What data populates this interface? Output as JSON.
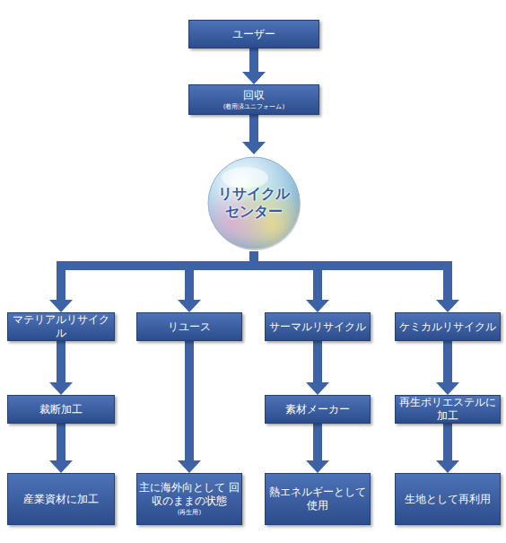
{
  "diagram": {
    "nodes": [
      {
        "text": [
          "ユーザー"
        ]
      },
      {
        "text": [
          "回収",
          "(着用済ユニフォーム)"
        ]
      },
      {
        "text": [
          "リサイクル センター"
        ]
      },
      {
        "text": [
          "マテリアルリサイクル"
        ]
      },
      {
        "text": [
          "リユース"
        ]
      },
      {
        "text": [
          "サーマルリサイクル"
        ]
      },
      {
        "text": [
          "ケミカルリサイクル"
        ]
      },
      {
        "text": [
          "裁断加工"
        ]
      },
      {
        "text": [
          "素材メーカー"
        ]
      },
      {
        "text": [
          "再生ポリエステルに加工"
        ]
      },
      {
        "text": [
          "産業資材に加工"
        ]
      },
      {
        "text": [
          "主に海外向として 回収のままの状態",
          "(再生用)"
        ]
      },
      {
        "text": [
          "熱エネルギーとして 使用"
        ]
      },
      {
        "text": [
          "生地として再利用"
        ]
      }
    ],
    "edges": [
      {
        "from": 0,
        "to": 1,
        "arrow": "to"
      },
      {
        "from": 1,
        "to": 2,
        "arrow": "to"
      },
      {
        "from": 2,
        "to": 3,
        "arrow": "to"
      },
      {
        "from": 2,
        "to": 4,
        "arrow": "to"
      },
      {
        "from": 2,
        "to": 5,
        "arrow": "to"
      },
      {
        "from": 2,
        "to": 6,
        "arrow": "to"
      },
      {
        "from": 3,
        "to": 7,
        "arrow": "to"
      },
      {
        "from": 7,
        "to": 10,
        "arrow": "to"
      },
      {
        "from": 4,
        "to": 11,
        "arrow": "to"
      },
      {
        "from": 5,
        "to": 8,
        "arrow": "to"
      },
      {
        "from": 8,
        "to": 12,
        "arrow": "to"
      },
      {
        "from": 6,
        "to": 9,
        "arrow": "to"
      },
      {
        "from": 9,
        "to": 13,
        "arrow": "to"
      }
    ]
  }
}
